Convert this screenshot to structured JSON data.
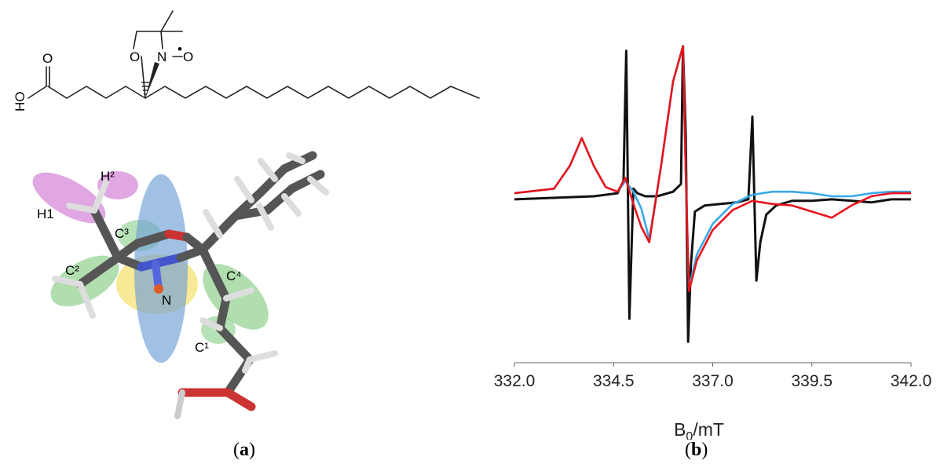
{
  "panel_a": {
    "caption_open": "(",
    "caption_letter": "a",
    "caption_close": ")",
    "structure_labels": {
      "hydroxyl": "HO",
      "carbonyl_o": "O",
      "ring_o": "O",
      "nitrogen": "N",
      "radical": "•",
      "nitroxide_o": "O"
    },
    "atom_labels": {
      "h1": "H1",
      "h2": "H²",
      "c3": "C³",
      "c2": "C²",
      "n": "N",
      "c4": "C⁴",
      "c1": "C¹"
    }
  },
  "panel_b": {
    "caption_open": "(",
    "caption_letter": "b",
    "caption_close": ")"
  },
  "colors": {
    "black": "#111111",
    "blue": "#3aa8e8",
    "red": "#e8141c"
  },
  "chart_data": {
    "type": "line",
    "xlabel_main": "B",
    "xlabel_sub": "0",
    "xlabel_unit": "/mT",
    "xlim": [
      332.0,
      342.0
    ],
    "ylim": [
      -1,
      1
    ],
    "xticks": [
      "332.0",
      "334.5",
      "337.0",
      "339.5",
      "342.0"
    ],
    "xtick_values": [
      332.0,
      334.5,
      337.0,
      339.5,
      342.0
    ],
    "series": [
      {
        "color": "#111111",
        "x": [
          332.0,
          334.0,
          334.6,
          334.75,
          334.82,
          334.9,
          335.0,
          335.1,
          335.3,
          335.6,
          336.0,
          336.2,
          336.25,
          336.32,
          336.38,
          336.45,
          336.55,
          336.8,
          337.2,
          337.6,
          337.9,
          338.0,
          338.1,
          338.2,
          338.35,
          338.6,
          339.0,
          339.5,
          340.0,
          340.5,
          341.0,
          341.5,
          342.0
        ],
        "y": [
          -0.02,
          0.0,
          0.02,
          0.1,
          0.95,
          -0.8,
          0.05,
          0.02,
          0.0,
          0.0,
          0.03,
          0.08,
          0.98,
          0.4,
          -0.95,
          -0.45,
          -0.1,
          -0.06,
          -0.05,
          -0.04,
          -0.02,
          0.52,
          -0.55,
          -0.3,
          -0.12,
          -0.06,
          -0.03,
          -0.03,
          -0.02,
          -0.03,
          -0.04,
          -0.02,
          -0.02
        ]
      },
      {
        "color": "#3aa8e8",
        "x": [
          332.0,
          333.0,
          333.4,
          333.7,
          334.0,
          334.3,
          334.6,
          334.8,
          335.0,
          335.2,
          335.4,
          335.7,
          336.0,
          336.25,
          336.32,
          336.4,
          336.6,
          337.0,
          337.5,
          338.0,
          338.5,
          339.0,
          339.5,
          340.0,
          340.5,
          341.0,
          341.5,
          342.0
        ],
        "y": [
          0.02,
          0.05,
          0.2,
          0.38,
          0.2,
          0.06,
          0.03,
          0.1,
          0.03,
          -0.08,
          -0.28,
          0.2,
          0.75,
          0.98,
          0.15,
          -0.6,
          -0.38,
          -0.18,
          -0.05,
          0.01,
          0.03,
          0.03,
          0.02,
          0.0,
          0.0,
          0.02,
          0.03,
          0.03
        ]
      },
      {
        "color": "#e8141c",
        "x": [
          332.0,
          333.0,
          333.4,
          333.7,
          334.0,
          334.3,
          334.6,
          334.8,
          335.0,
          335.2,
          335.4,
          335.7,
          336.0,
          336.25,
          336.32,
          336.4,
          336.6,
          337.0,
          337.5,
          338.0,
          338.5,
          339.0,
          339.5,
          340.0,
          340.5,
          341.0,
          341.5,
          342.0
        ],
        "y": [
          0.02,
          0.05,
          0.2,
          0.38,
          0.2,
          0.06,
          0.03,
          0.12,
          -0.05,
          -0.2,
          -0.3,
          0.2,
          0.75,
          0.98,
          0.15,
          -0.62,
          -0.42,
          -0.22,
          -0.09,
          -0.03,
          -0.05,
          -0.06,
          -0.1,
          -0.14,
          -0.06,
          0.0,
          0.02,
          0.02
        ]
      }
    ]
  }
}
